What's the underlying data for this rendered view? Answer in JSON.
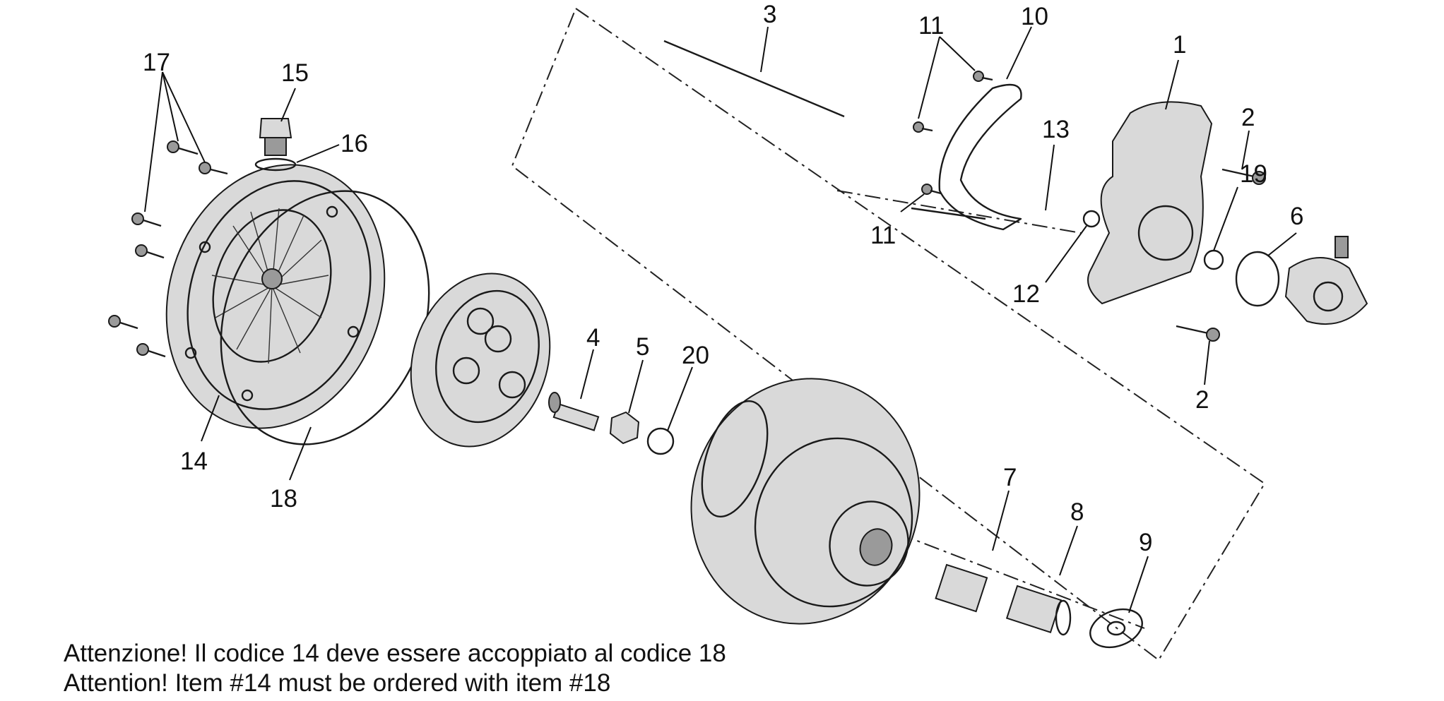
{
  "callouts": [
    {
      "id": "1",
      "label": "1"
    },
    {
      "id": "2a",
      "label": "2"
    },
    {
      "id": "2b",
      "label": "2"
    },
    {
      "id": "3",
      "label": "3"
    },
    {
      "id": "4",
      "label": "4"
    },
    {
      "id": "5",
      "label": "5"
    },
    {
      "id": "6",
      "label": "6"
    },
    {
      "id": "7",
      "label": "7"
    },
    {
      "id": "8",
      "label": "8"
    },
    {
      "id": "9",
      "label": "9"
    },
    {
      "id": "10",
      "label": "10"
    },
    {
      "id": "11a",
      "label": "11"
    },
    {
      "id": "11b",
      "label": "11"
    },
    {
      "id": "12",
      "label": "12"
    },
    {
      "id": "13",
      "label": "13"
    },
    {
      "id": "14",
      "label": "14"
    },
    {
      "id": "15",
      "label": "15"
    },
    {
      "id": "16",
      "label": "16"
    },
    {
      "id": "17",
      "label": "17"
    },
    {
      "id": "18",
      "label": "18"
    },
    {
      "id": "19",
      "label": "19"
    },
    {
      "id": "20",
      "label": "20"
    }
  ],
  "notes": {
    "italian": "Attenzione! Il codice 14 deve essere accoppiato al codice 18",
    "english": "Attention! Item #14 must be ordered with item #18"
  }
}
